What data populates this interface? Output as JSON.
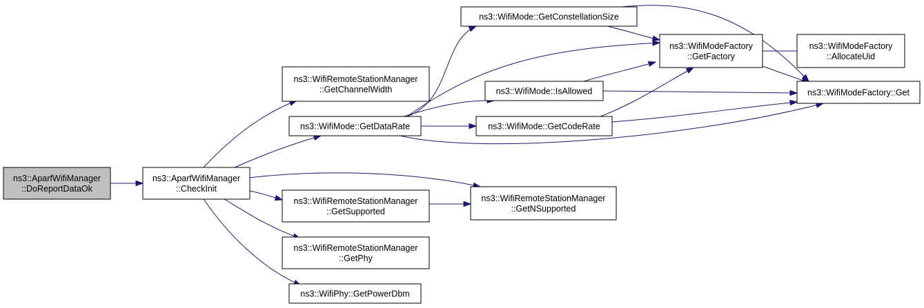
{
  "colors": {
    "edge": "#191970",
    "node_fill": "#ffffff",
    "focus_fill": "#bfbfbf",
    "border": "#000000"
  },
  "nodes": {
    "do_report": {
      "lines": [
        "ns3::AparfWifiManager",
        "::DoReportDataOk"
      ],
      "focus": true
    },
    "check_init": {
      "lines": [
        "ns3::AparfWifiManager",
        "::CheckInit"
      ]
    },
    "get_channel_width": {
      "lines": [
        "ns3::WifiRemoteStationManager",
        "::GetChannelWidth"
      ]
    },
    "get_data_rate": {
      "lines": [
        "ns3::WifiMode::GetDataRate"
      ]
    },
    "get_supported": {
      "lines": [
        "ns3::WifiRemoteStationManager",
        "::GetSupported"
      ]
    },
    "get_phy": {
      "lines": [
        "ns3::WifiRemoteStationManager",
        "::GetPhy"
      ]
    },
    "get_power_dbm": {
      "lines": [
        "ns3::WifiPhy::GetPowerDbm"
      ]
    },
    "get_constellation_size": {
      "lines": [
        "ns3::WifiMode::GetConstellationSize"
      ]
    },
    "is_allowed": {
      "lines": [
        "ns3::WifiMode::IsAllowed"
      ]
    },
    "get_code_rate": {
      "lines": [
        "ns3::WifiMode::GetCodeRate"
      ]
    },
    "get_n_supported": {
      "lines": [
        "ns3::WifiRemoteStationManager",
        "::GetNSupported"
      ]
    },
    "get_factory": {
      "lines": [
        "ns3::WifiModeFactory",
        "::GetFactory"
      ]
    },
    "allocate_uid": {
      "lines": [
        "ns3::WifiModeFactory",
        "::AllocateUid"
      ]
    },
    "factory_get": {
      "lines": [
        "ns3::WifiModeFactory::Get"
      ]
    }
  },
  "edges": [
    [
      "do_report",
      "check_init"
    ],
    [
      "check_init",
      "get_channel_width"
    ],
    [
      "check_init",
      "get_data_rate"
    ],
    [
      "check_init",
      "get_n_supported"
    ],
    [
      "check_init",
      "get_supported"
    ],
    [
      "check_init",
      "get_phy"
    ],
    [
      "check_init",
      "get_power_dbm"
    ],
    [
      "get_data_rate",
      "get_constellation_size"
    ],
    [
      "get_data_rate",
      "get_factory"
    ],
    [
      "get_data_rate",
      "is_allowed"
    ],
    [
      "get_data_rate",
      "get_code_rate"
    ],
    [
      "get_data_rate",
      "factory_get"
    ],
    [
      "get_supported",
      "get_n_supported"
    ],
    [
      "get_constellation_size",
      "get_factory"
    ],
    [
      "get_constellation_size",
      "factory_get"
    ],
    [
      "is_allowed",
      "get_factory"
    ],
    [
      "is_allowed",
      "factory_get"
    ],
    [
      "get_code_rate",
      "get_factory"
    ],
    [
      "get_code_rate",
      "factory_get"
    ],
    [
      "get_factory",
      "allocate_uid"
    ],
    [
      "get_factory",
      "factory_get"
    ]
  ]
}
